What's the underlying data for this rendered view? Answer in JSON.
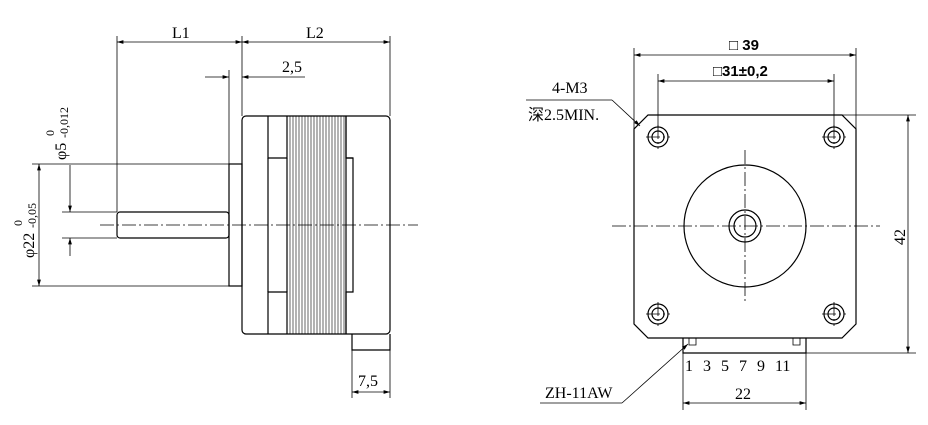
{
  "side_view": {
    "dim_l1": "L1",
    "dim_l2": "L2",
    "dim_flange": "2,5",
    "dim_shaft_main": "φ5",
    "dim_shaft_tol_upper": "0",
    "dim_shaft_tol_lower": "-0,012",
    "dim_boss_main": "φ22",
    "dim_boss_tol_upper": "0",
    "dim_boss_tol_lower": "-0,05",
    "dim_connector": "7,5"
  },
  "front_view": {
    "dim_outer": "□ 39",
    "dim_hole_spacing": "□31±0,2",
    "dim_height": "42",
    "hole_note_line1": "4-M3",
    "hole_note_line2": "深2.5MIN.",
    "pin_labels": [
      "1",
      "3",
      "5",
      "7",
      "9",
      "11"
    ],
    "connector_width": "22",
    "connector_type": "ZH-11AW"
  }
}
